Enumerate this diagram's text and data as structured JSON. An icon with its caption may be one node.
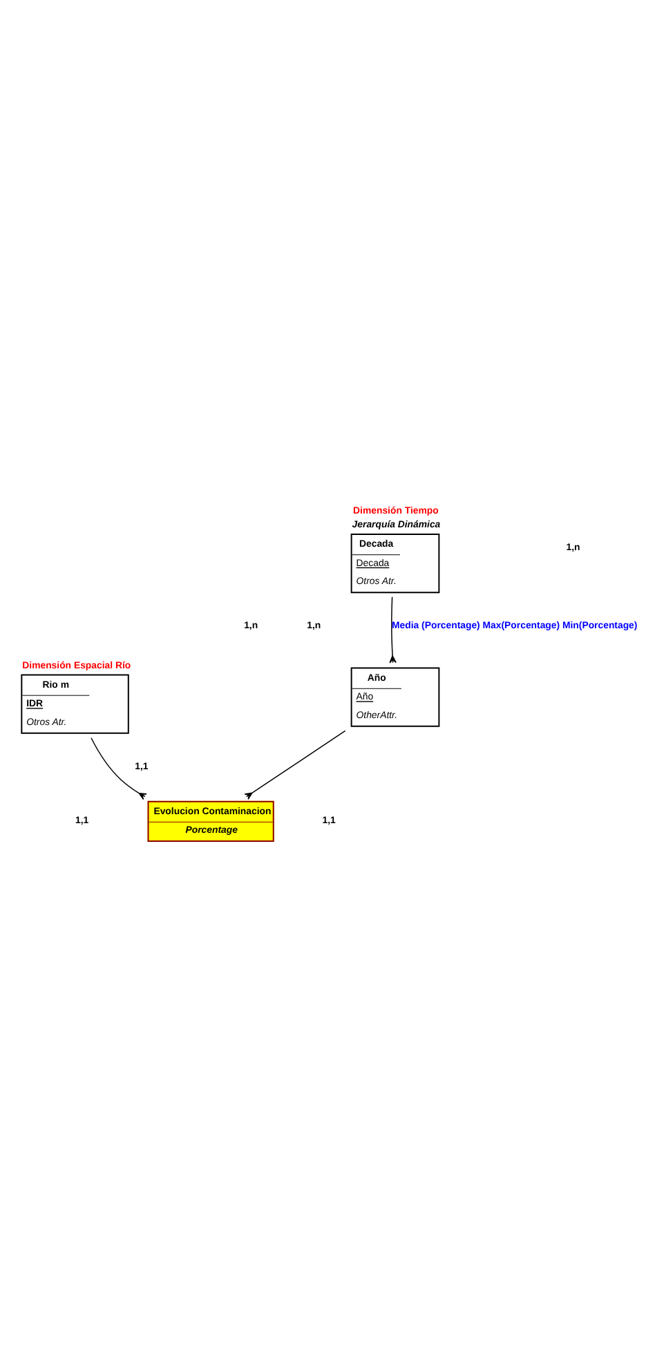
{
  "diagram": {
    "nodes": [
      {
        "text": [
          "Decada",
          "Decada",
          "Otros Atr."
        ],
        "beside": [
          "Dimensión Tiempo",
          "Jerarquía Dinámica"
        ]
      },
      {
        "text": [
          "Rio m",
          "IDR",
          "Otros Atr."
        ],
        "beside": [
          "Dimensión Espacial Río"
        ]
      },
      {
        "text": [
          "Año",
          "Año",
          "OtherAttr."
        ]
      },
      {
        "text": [
          "Evolucion Contaminacion",
          "Porcentage"
        ]
      }
    ],
    "edges": [
      {
        "from": 0,
        "to": 2,
        "arrow": "other",
        "label": "Media (Porcentage) Max(Porcentage) Min(Porcentage)"
      },
      {
        "from": 1,
        "to": 3,
        "arrow": "other"
      },
      {
        "from": 2,
        "to": 3,
        "arrow": "other"
      }
    ],
    "labels": [
      "1,1",
      "1,n",
      "1,1",
      "1,1",
      "1,n",
      "1,n"
    ]
  }
}
